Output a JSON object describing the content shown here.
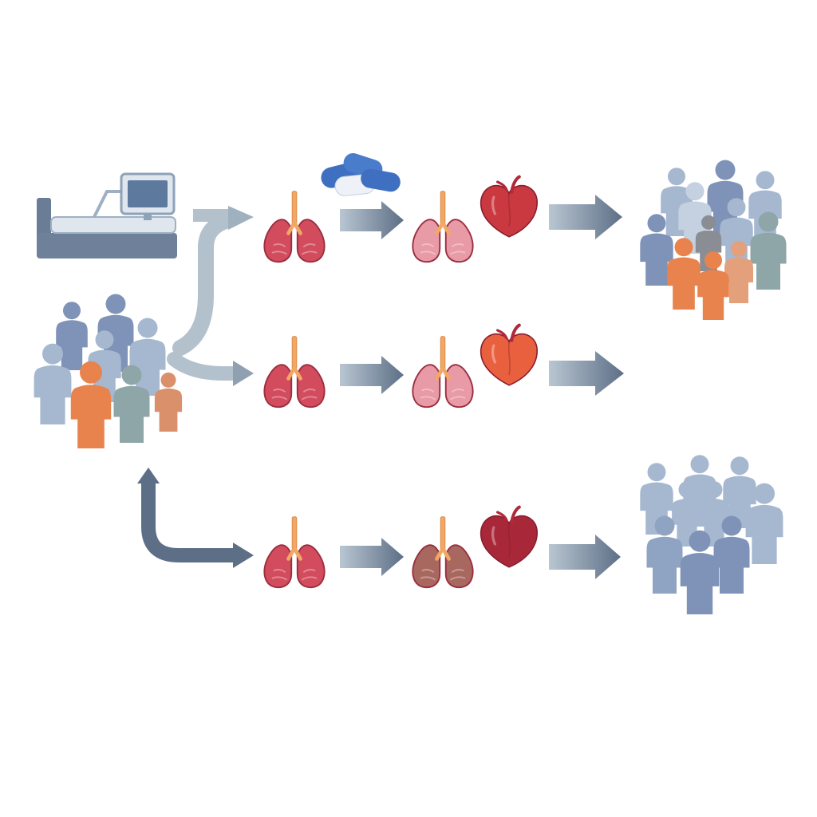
{
  "colors": {
    "background": "#ffffff",
    "arrow_dark": "#5d6f86",
    "arrow_light": "#b3c1cd",
    "lung_healthy": "#d24c5e",
    "lung_pale": "#e89aa6",
    "lung_damaged": "#a9685f",
    "heart_red": "#c9393f",
    "heart_orange": "#e8603e",
    "heart_dark": "#a8283a",
    "trachea": "#f2a864",
    "person_blue": "#7e93b7",
    "person_light": "#a6b8d0",
    "person_orange": "#e8834e",
    "person_teal": "#8fa6a8",
    "pill_blue": "#3f6fc0"
  },
  "icons": {
    "hospital": "hospital-bed-monitor-icon",
    "population": "patient-group-icon",
    "lungs": "lungs-icon",
    "heart": "heart-icon",
    "medication": "pills-icon",
    "outcome_mixed": "mixed-population-icon",
    "outcome_blue": "blue-population-icon"
  },
  "pathways": [
    {
      "stage_one": "lungs-healthy",
      "medication": true,
      "stage_two": "lungs-pale",
      "heart": "heart-red",
      "outcome": "mixed-population"
    },
    {
      "stage_one": "lungs-healthy",
      "medication": false,
      "stage_two": "lungs-pale",
      "heart": "heart-orange",
      "outcome": "none"
    },
    {
      "stage_one": "lungs-healthy",
      "medication": false,
      "stage_two": "lungs-damaged",
      "heart": "heart-dark",
      "outcome": "blue-population"
    }
  ]
}
